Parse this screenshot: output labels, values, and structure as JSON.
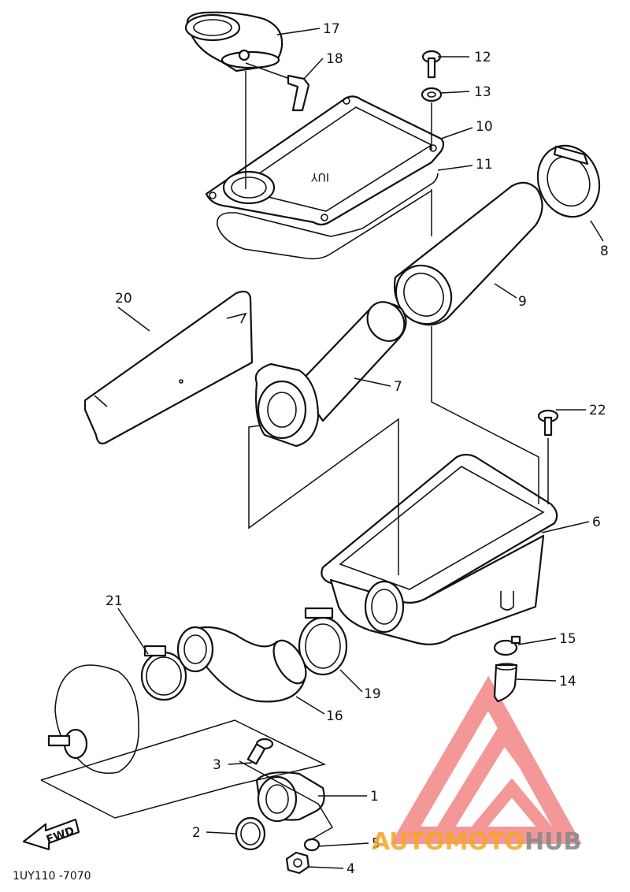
{
  "diagram": {
    "parts": [
      {
        "number": "1"
      },
      {
        "number": "2"
      },
      {
        "number": "3"
      },
      {
        "number": "4"
      },
      {
        "number": "5"
      },
      {
        "number": "6"
      },
      {
        "number": "7"
      },
      {
        "number": "8"
      },
      {
        "number": "9"
      },
      {
        "number": "10"
      },
      {
        "number": "11"
      },
      {
        "number": "12"
      },
      {
        "number": "13"
      },
      {
        "number": "14"
      },
      {
        "number": "15"
      },
      {
        "number": "16"
      },
      {
        "number": "17"
      },
      {
        "number": "18"
      },
      {
        "number": "19"
      },
      {
        "number": "20"
      },
      {
        "number": "21"
      },
      {
        "number": "22"
      }
    ],
    "fwd_label": "FWD",
    "lid_marking": "IUY",
    "drawing_code": "1UY110 -7070"
  },
  "watermark": {
    "brand_part1": "AUTOMOTO",
    "brand_part2": "HUB",
    "colors": {
      "accent": "#f28c8c",
      "orange": "#f5a623",
      "gray": "#8a8a8a"
    }
  }
}
